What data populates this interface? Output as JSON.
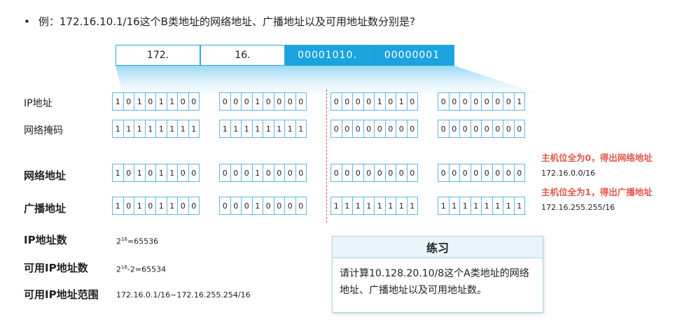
{
  "question": {
    "bullet": "•",
    "text": "例：172.16.10.1/16这个B类地址的网络地址、广播地址以及可用地址数分别是?"
  },
  "header_octets": [
    "172.",
    "16.",
    "00001010.",
    "00000001"
  ],
  "labels": {
    "ip": "IP地址",
    "mask": "网络掩码",
    "network": "网络地址",
    "broadcast": "广播地址"
  },
  "rows": {
    "ip": [
      [
        "1",
        "0",
        "1",
        "0",
        "1",
        "1",
        "0",
        "0"
      ],
      [
        "0",
        "0",
        "0",
        "1",
        "0",
        "0",
        "0",
        "0"
      ],
      [
        "0",
        "0",
        "0",
        "0",
        "1",
        "0",
        "1",
        "0"
      ],
      [
        "0",
        "0",
        "0",
        "0",
        "0",
        "0",
        "0",
        "1"
      ]
    ],
    "mask": [
      [
        "1",
        "1",
        "1",
        "1",
        "1",
        "1",
        "1",
        "1"
      ],
      [
        "1",
        "1",
        "1",
        "1",
        "1",
        "1",
        "1",
        "1"
      ],
      [
        "0",
        "0",
        "0",
        "0",
        "0",
        "0",
        "0",
        "0"
      ],
      [
        "0",
        "0",
        "0",
        "0",
        "0",
        "0",
        "0",
        "0"
      ]
    ],
    "network": [
      [
        "1",
        "0",
        "1",
        "0",
        "1",
        "1",
        "0",
        "0"
      ],
      [
        "0",
        "0",
        "0",
        "1",
        "0",
        "0",
        "0",
        "0"
      ],
      [
        "0",
        "0",
        "0",
        "0",
        "0",
        "0",
        "0",
        "0"
      ],
      [
        "0",
        "0",
        "0",
        "0",
        "0",
        "0",
        "0",
        "0"
      ]
    ],
    "broadcast": [
      [
        "1",
        "0",
        "1",
        "0",
        "1",
        "1",
        "0",
        "0"
      ],
      [
        "0",
        "0",
        "0",
        "1",
        "0",
        "0",
        "0",
        "0"
      ],
      [
        "1",
        "1",
        "1",
        "1",
        "1",
        "1",
        "1",
        "1"
      ],
      [
        "1",
        "1",
        "1",
        "1",
        "1",
        "1",
        "1",
        "1"
      ]
    ]
  },
  "notes": {
    "network_note": "主机位全为0，得出网络地址",
    "network_result": "172.16.0.0/16",
    "broadcast_note": "主机位全为1，得出广播地址",
    "broadcast_result": "172.16.255.255/16"
  },
  "bottom": {
    "count_label": "IP地址数",
    "count_base": "2",
    "count_exp": "16",
    "count_rest": "=65536",
    "usable_label": "可用IP地址数",
    "usable_base": "2",
    "usable_exp": "16",
    "usable_rest": "-2=65534",
    "range_label": "可用IP地址范围",
    "range_value": "172.16.0.1/16~172.16.255.254/16"
  },
  "exercise": {
    "title": "练习",
    "body": "请计算10.128.20.10/8这个A类地址的网络地址、广播地址以及可用地址数。"
  },
  "colors": {
    "accent": "#1ba3e0",
    "red": "#e4574b",
    "border": "#5fb8e0"
  }
}
